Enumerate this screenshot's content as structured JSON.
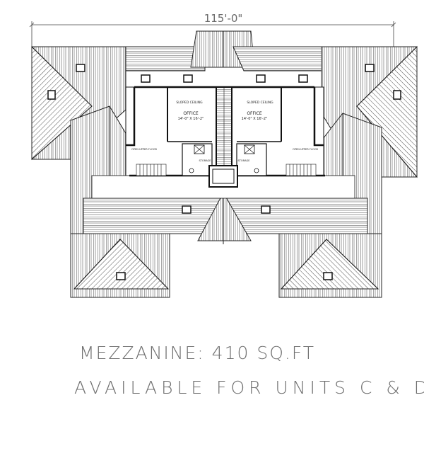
{
  "drawing": {
    "overall_width_dimension": "115'-0\"",
    "rooms": {
      "office_left_name": "OFFICE",
      "office_left_size": "14'-0\" X 16'-2\"",
      "office_right_name": "OFFICE",
      "office_right_size": "14'-0\" X 16'-2\"",
      "sloped_ceiling_left": "SLOPED CEILING",
      "sloped_ceiling_right": "SLOPED CEILING",
      "open_upper_floor_left": "OPEN UPPER FLOOR",
      "open_upper_floor_right": "OPEN UPPER FLOOR",
      "storage_left": "STORAGE",
      "storage_right": "STORAGE"
    }
  },
  "captions": {
    "mezzanine": "MEZZANINE: 410 SQ.FT",
    "availability": "AVAILABLE FOR UNITS C & D"
  }
}
